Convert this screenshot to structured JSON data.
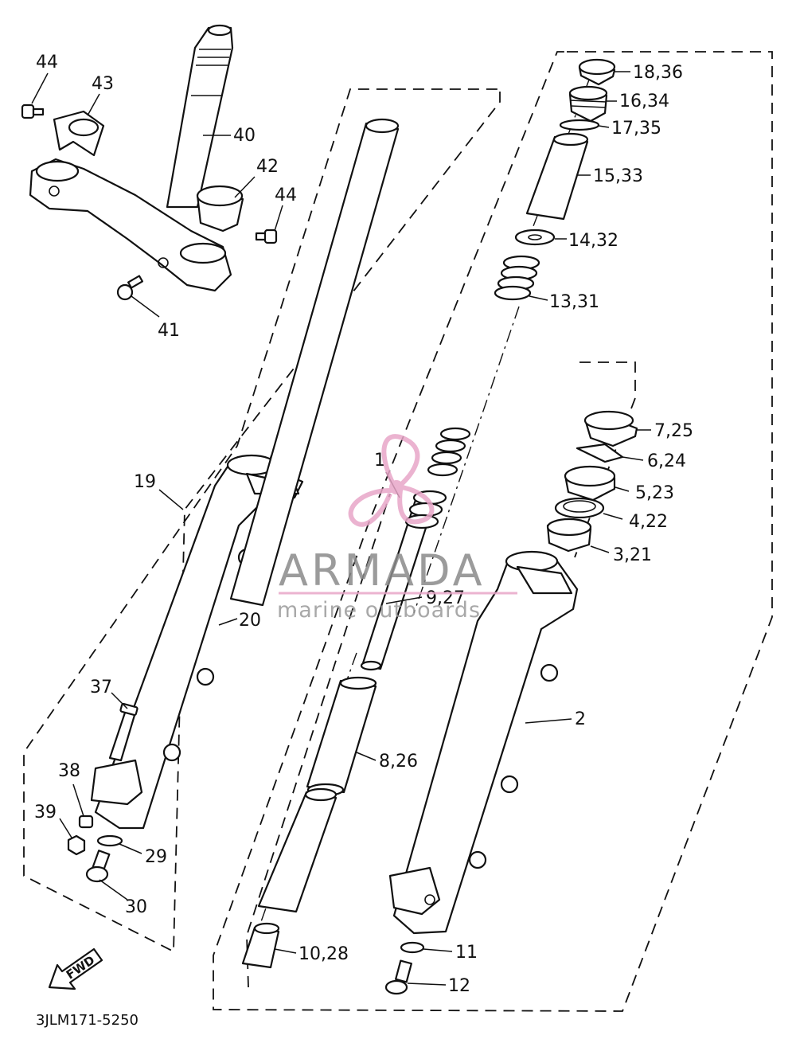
{
  "parts": {
    "p44a": "44",
    "p43": "43",
    "p40": "40",
    "p42": "42",
    "p44b": "44",
    "p41": "41",
    "p18_36": "18,36",
    "p16_34": "16,34",
    "p17_35": "17,35",
    "p15_33": "15,33",
    "p14_32": "14,32",
    "p13_31": "13,31",
    "p7_25": "7,25",
    "p6_24": "6,24",
    "p5_23": "5,23",
    "p4_22": "4,22",
    "p3_21": "3,21",
    "p19": "19",
    "p1": "1",
    "p9_27": "9,27",
    "p20": "20",
    "p2": "2",
    "p37": "37",
    "p8_26": "8,26",
    "p38": "38",
    "p39": "39",
    "p29": "29",
    "p30": "30",
    "p10_28": "10,28",
    "p11": "11",
    "p12": "12"
  },
  "fwd_label": "FWD",
  "diagram_code": "3JLM171-5250",
  "watermark": {
    "title": "ARMADA",
    "subtitle": "marine outboards",
    "accent_color": "#e8a6c8",
    "text_color": "#8a8a8a"
  }
}
